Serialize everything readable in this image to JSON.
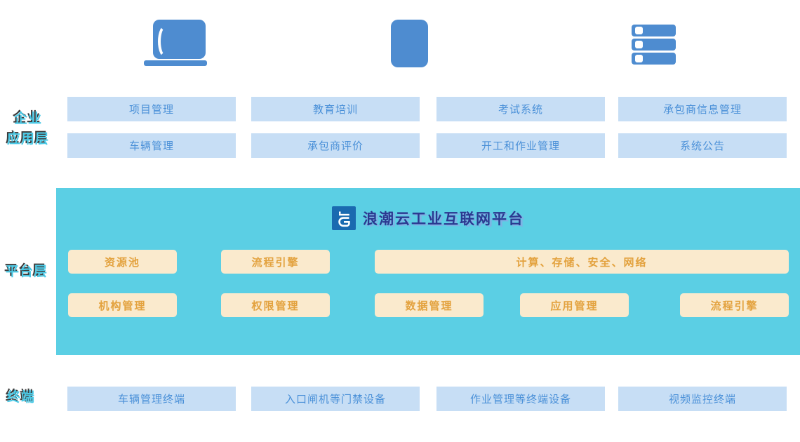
{
  "colors": {
    "icon_blue": "#4e8cd0",
    "blue_box_bg": "#c7def5",
    "blue_box_text": "#4a90d8",
    "teal_panel": "#5bcfe4",
    "cream_box_bg": "#faeacd",
    "cream_box_text": "#e3a23e",
    "layer_label_cyan": "#49c9e6",
    "title_navy": "#2b3990",
    "logo_blue": "#1a6ab0"
  },
  "top_icons": [
    {
      "name": "monitor-icon"
    },
    {
      "name": "tablet-icon"
    },
    {
      "name": "server-icon"
    }
  ],
  "layers": {
    "enterprise": {
      "label_line1": "企业",
      "label_line2": "应用层",
      "rows": [
        [
          "项目管理",
          "教育培训",
          "考试系统",
          "承包商信息管理"
        ],
        [
          "车辆管理",
          "承包商评价",
          "开工和作业管理",
          "系统公告"
        ]
      ]
    },
    "platform": {
      "label": "平台层",
      "title": "浪潮云工业互联网平台",
      "row1": [
        "资源池",
        "流程引擎",
        "计算、存储、安全、网络"
      ],
      "row2": [
        "机构管理",
        "权限管理",
        "数据管理",
        "应用管理",
        "流程引擎"
      ]
    },
    "terminal": {
      "label": "终端",
      "items": [
        "车辆管理终端",
        "入口闸机等门禁设备",
        "作业管理等终端设备",
        "视频监控终端"
      ]
    }
  }
}
